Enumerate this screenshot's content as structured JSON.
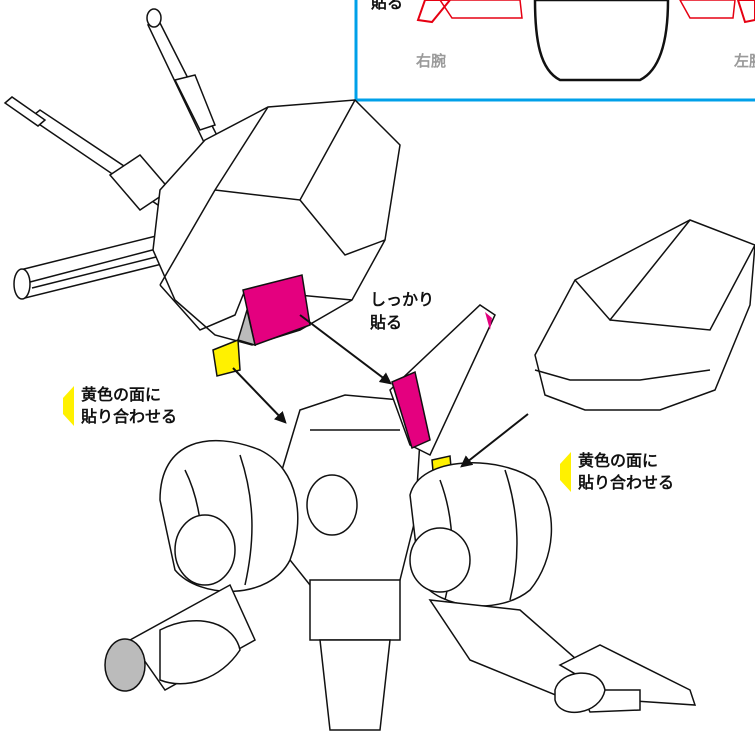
{
  "colors": {
    "magenta": "#e4007f",
    "yellow": "#fff100",
    "red": "#e60012",
    "blue": "#00a0e9",
    "gray": "#9a9a9a"
  },
  "inset": {
    "partial_label": "貼る",
    "right_arm_label": "右腕",
    "left_arm_label": "左腕"
  },
  "labels": {
    "firm_line1": "しっかり",
    "firm_line2": "貼る"
  },
  "callouts": [
    {
      "line1": "黄色の面に",
      "line2": "貼り合わせる"
    },
    {
      "line1": "黄色の面に",
      "line2": "貼り合わせる"
    }
  ]
}
